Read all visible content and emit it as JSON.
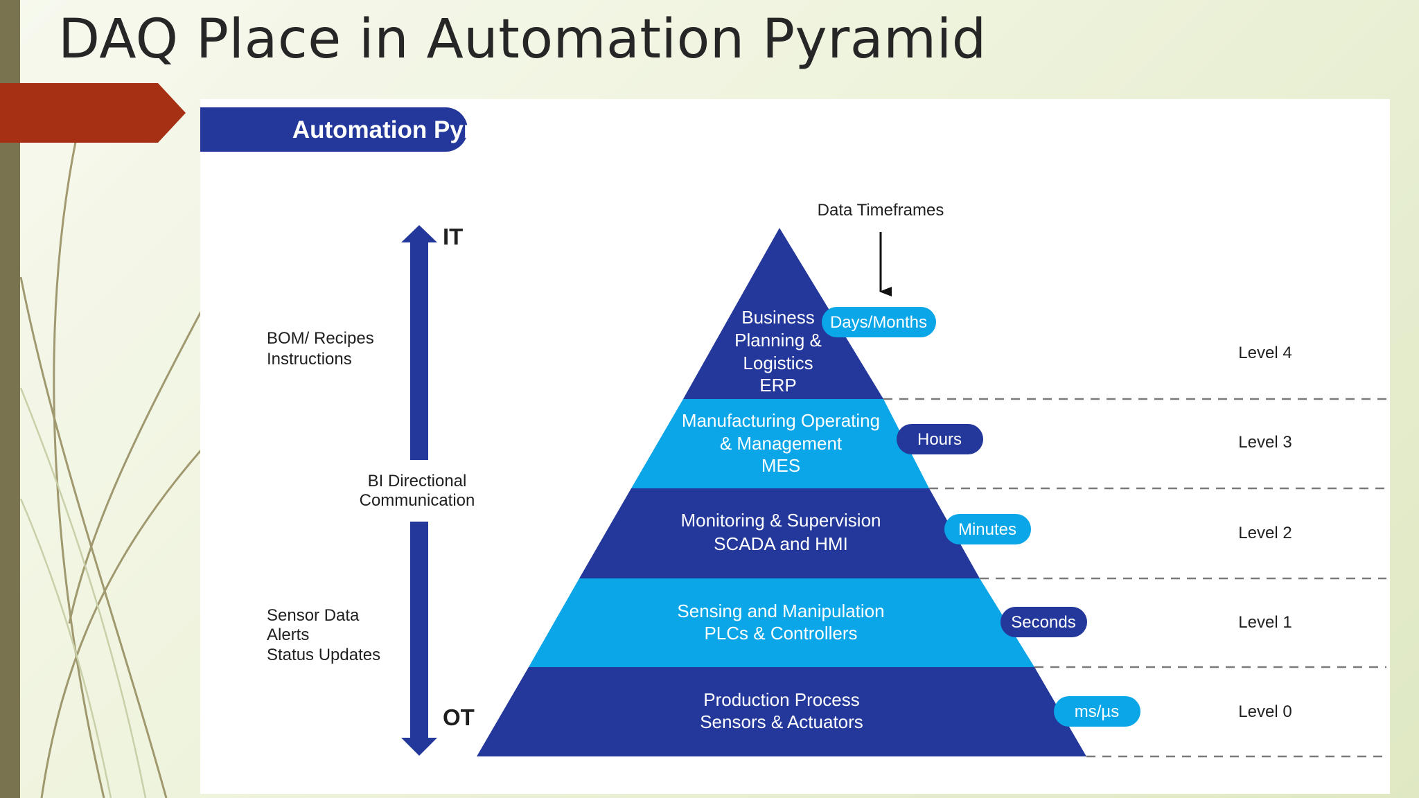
{
  "slide": {
    "title": "DAQ Place in Automation Pyramid"
  },
  "diagram": {
    "banner": "Automation Pyramid",
    "header": "Data Timeframes",
    "axis": {
      "top": "IT",
      "bottom": "OT",
      "middle": [
        "BI Directional",
        "Communication"
      ]
    },
    "side_notes": {
      "upper": [
        "BOM/ Recipes",
        "Instructions"
      ],
      "lower": [
        "Sensor Data",
        "Alerts",
        "Status Updates"
      ]
    },
    "tiers": [
      {
        "lines": [
          "Business",
          "Planning &",
          "Logistics",
          "ERP"
        ],
        "timeframe": "Days/Months",
        "level": "Level 4"
      },
      {
        "lines": [
          "Manufacturing Operating",
          "& Management",
          "MES"
        ],
        "timeframe": "Hours",
        "level": "Level 3"
      },
      {
        "lines": [
          "Monitoring & Supervision",
          "SCADA and HMI"
        ],
        "timeframe": "Minutes",
        "level": "Level 2"
      },
      {
        "lines": [
          "Sensing and Manipulation",
          "PLCs & Controllers"
        ],
        "timeframe": "Seconds",
        "level": "Level 1"
      },
      {
        "lines": [
          "Production Process",
          "Sensors & Actuators"
        ],
        "timeframe": "ms/µs",
        "level": "Level 0"
      }
    ]
  },
  "colors": {
    "dark_blue": "#23389a",
    "light_blue": "#0aa6e8",
    "accent_red": "#a63014",
    "sidebar": "#7a7350"
  }
}
